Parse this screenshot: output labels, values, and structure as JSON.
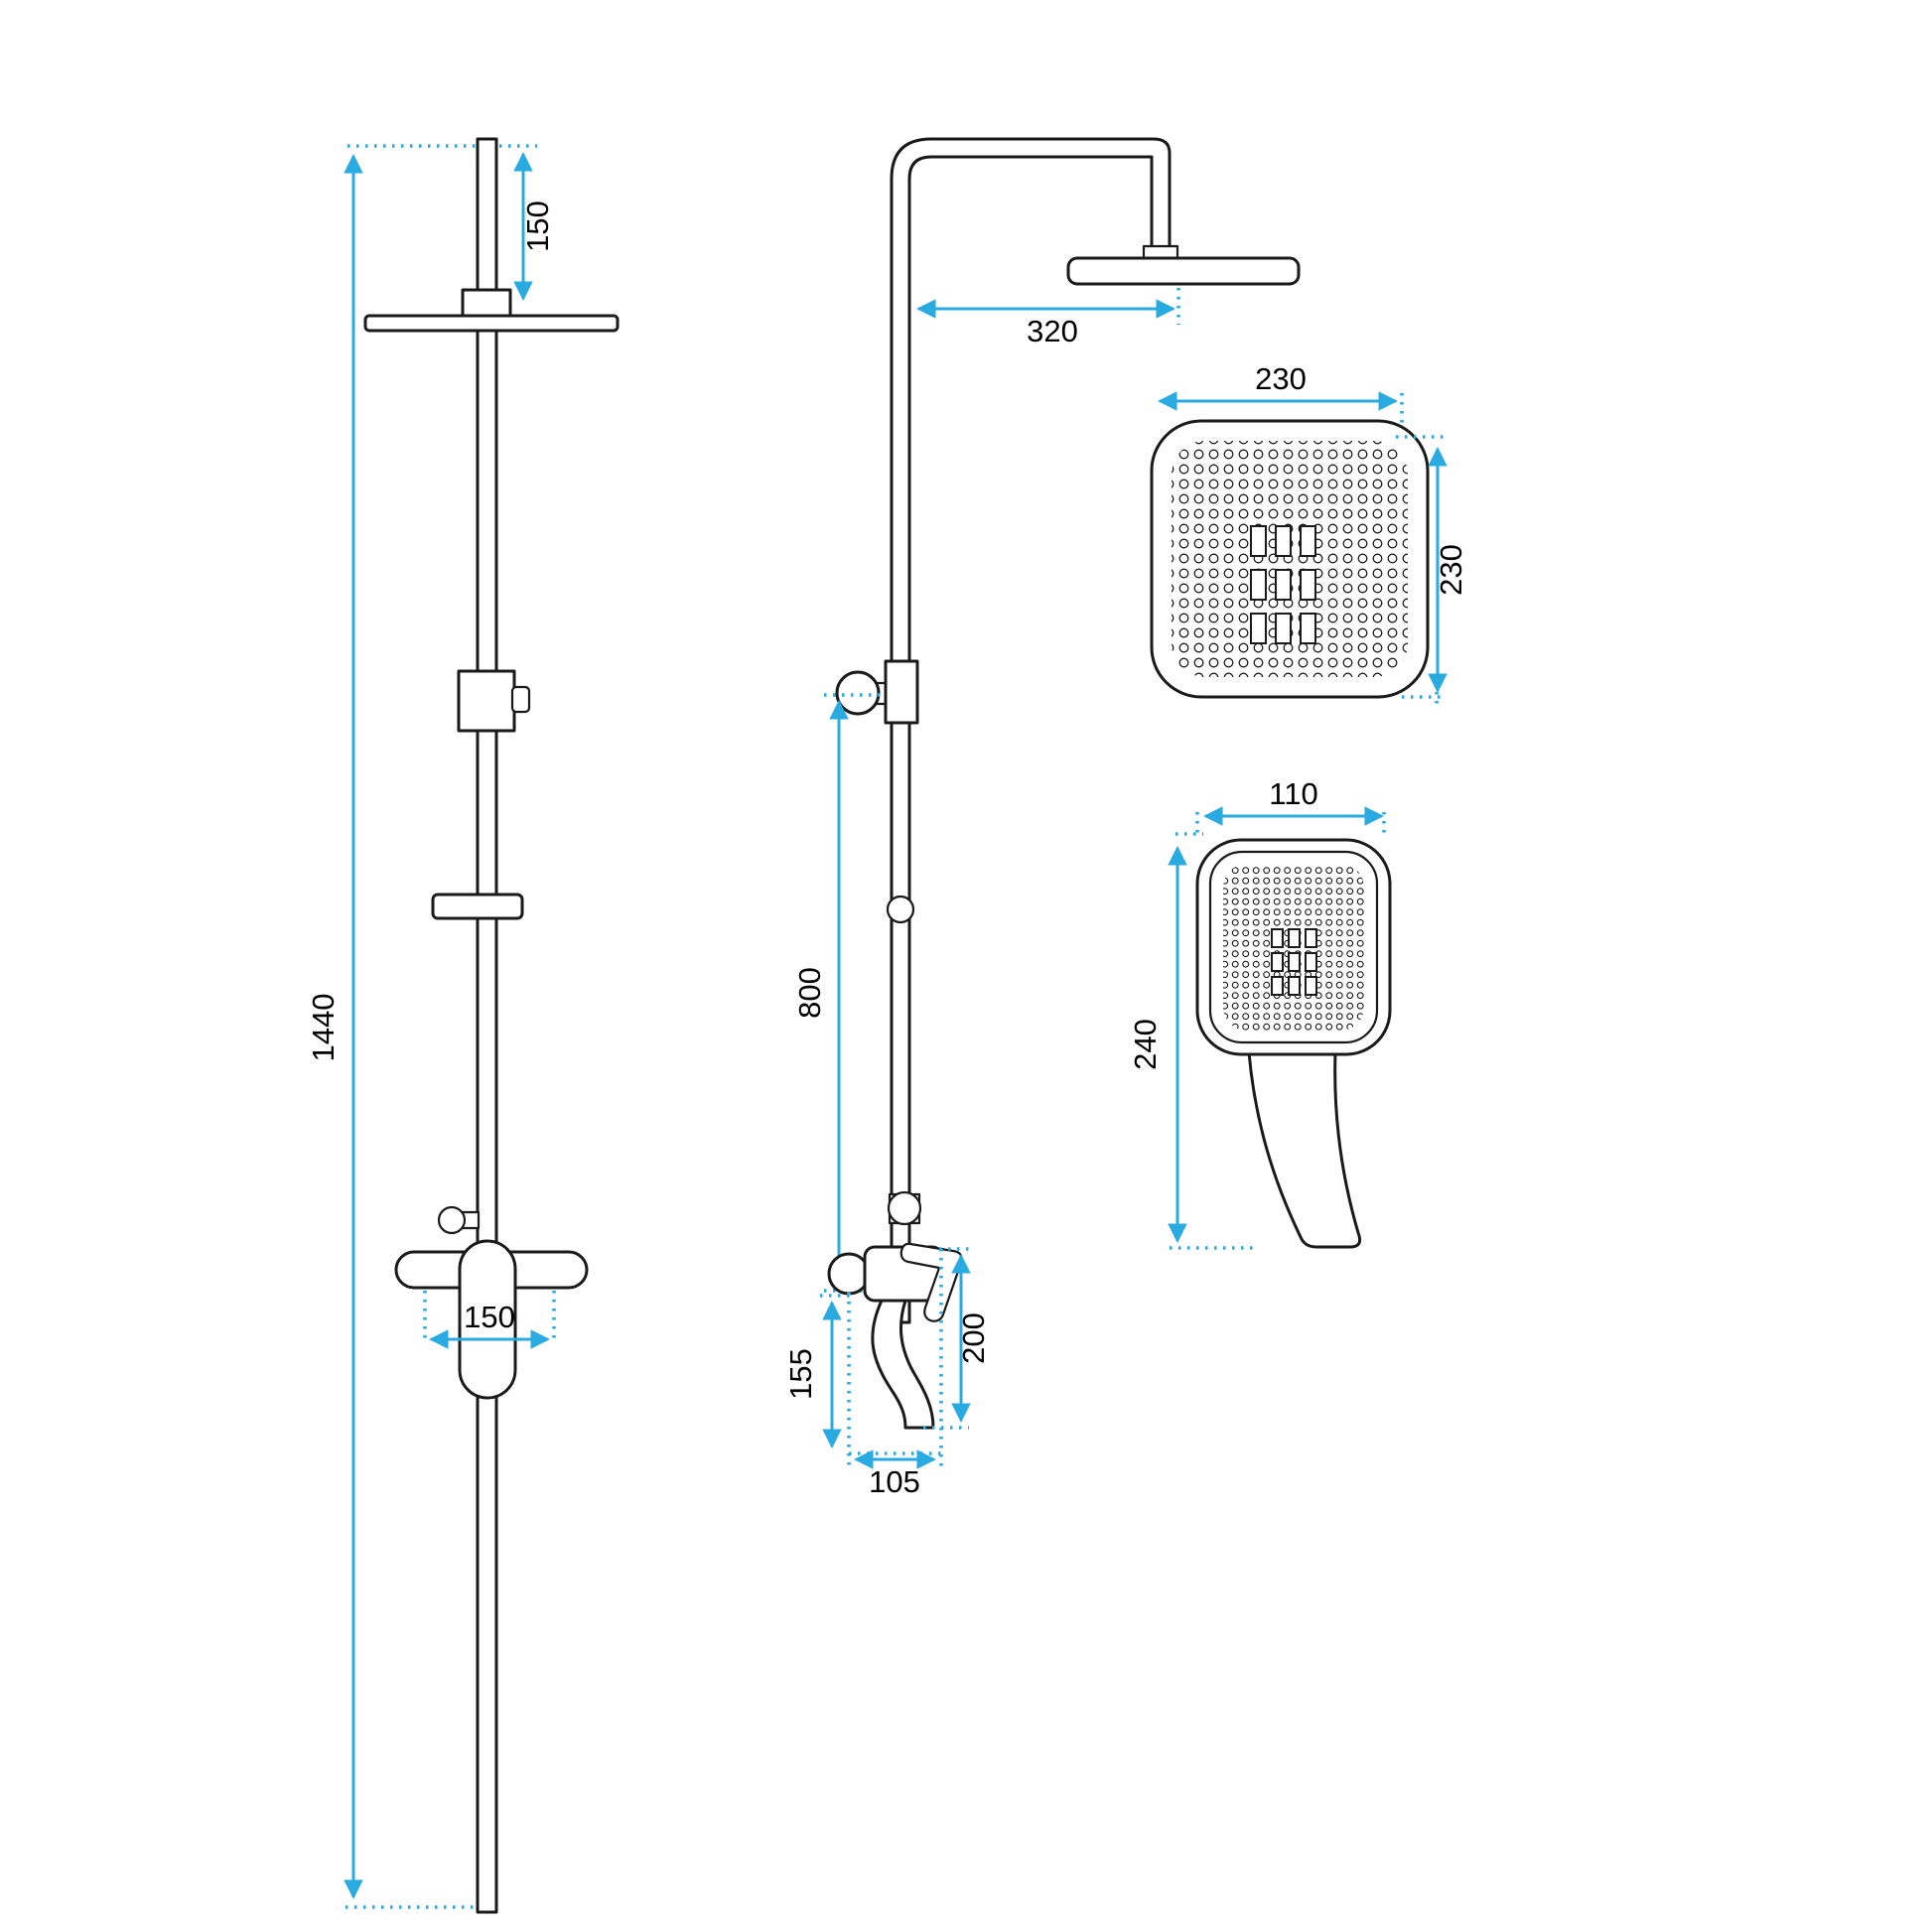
{
  "colors": {
    "line": "#1a1a1a",
    "dimension": "#29abe2",
    "background": "#ffffff"
  },
  "drawing": {
    "type": "shower-set-technical-drawing"
  },
  "views": {
    "front": {
      "dims": {
        "head_offset": "150",
        "total_height": "1440",
        "mixer_width": "150"
      }
    },
    "side": {
      "dims": {
        "arm_reach": "320",
        "rail_height": "800",
        "spout_height": "200",
        "spout_depth": "155",
        "spout_width": "105"
      }
    },
    "rain_head": {
      "dims": {
        "width": "230",
        "depth": "230"
      }
    },
    "hand_shower": {
      "dims": {
        "width": "110",
        "length": "240"
      }
    }
  }
}
